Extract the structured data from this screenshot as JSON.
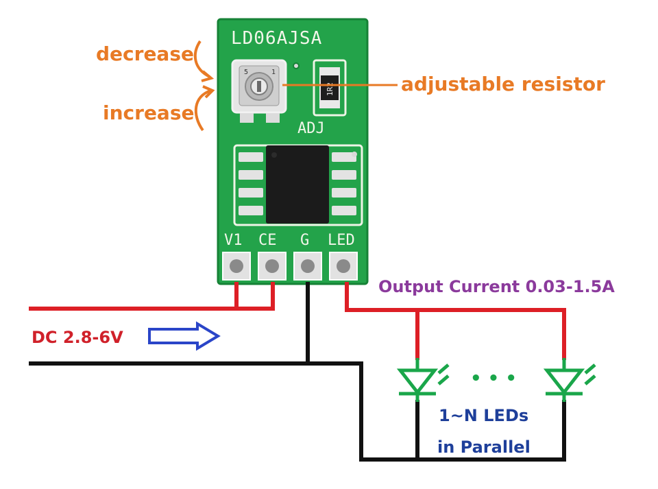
{
  "board": {
    "model": "LD06AJSA",
    "adj_label": "ADJ",
    "pot_mark_5": "5",
    "pot_mark_1": "1",
    "resistor_code": "1R2",
    "pins": [
      "V1",
      "CE",
      "G",
      "LED"
    ]
  },
  "annotations": {
    "decrease": "decrease",
    "increase": "increase",
    "adjustable_resistor": "adjustable resistor",
    "input_voltage": "DC 2.8-6V",
    "output_current": "Output Current 0.03-1.5A",
    "leds_line1": "1~N LEDs",
    "leds_line2": "in Parallel",
    "ellipsis": "• • •"
  },
  "colors": {
    "pcb": "#22a046",
    "wire_positive": "#dd1f26",
    "wire_negative": "#111111",
    "led": "#1aa64a",
    "orange_text": "#e87a25",
    "red_text": "#d0212a",
    "purple_text": "#8b3a9c",
    "blue_text": "#1e3f9a",
    "arrow": "#2a45c8"
  }
}
